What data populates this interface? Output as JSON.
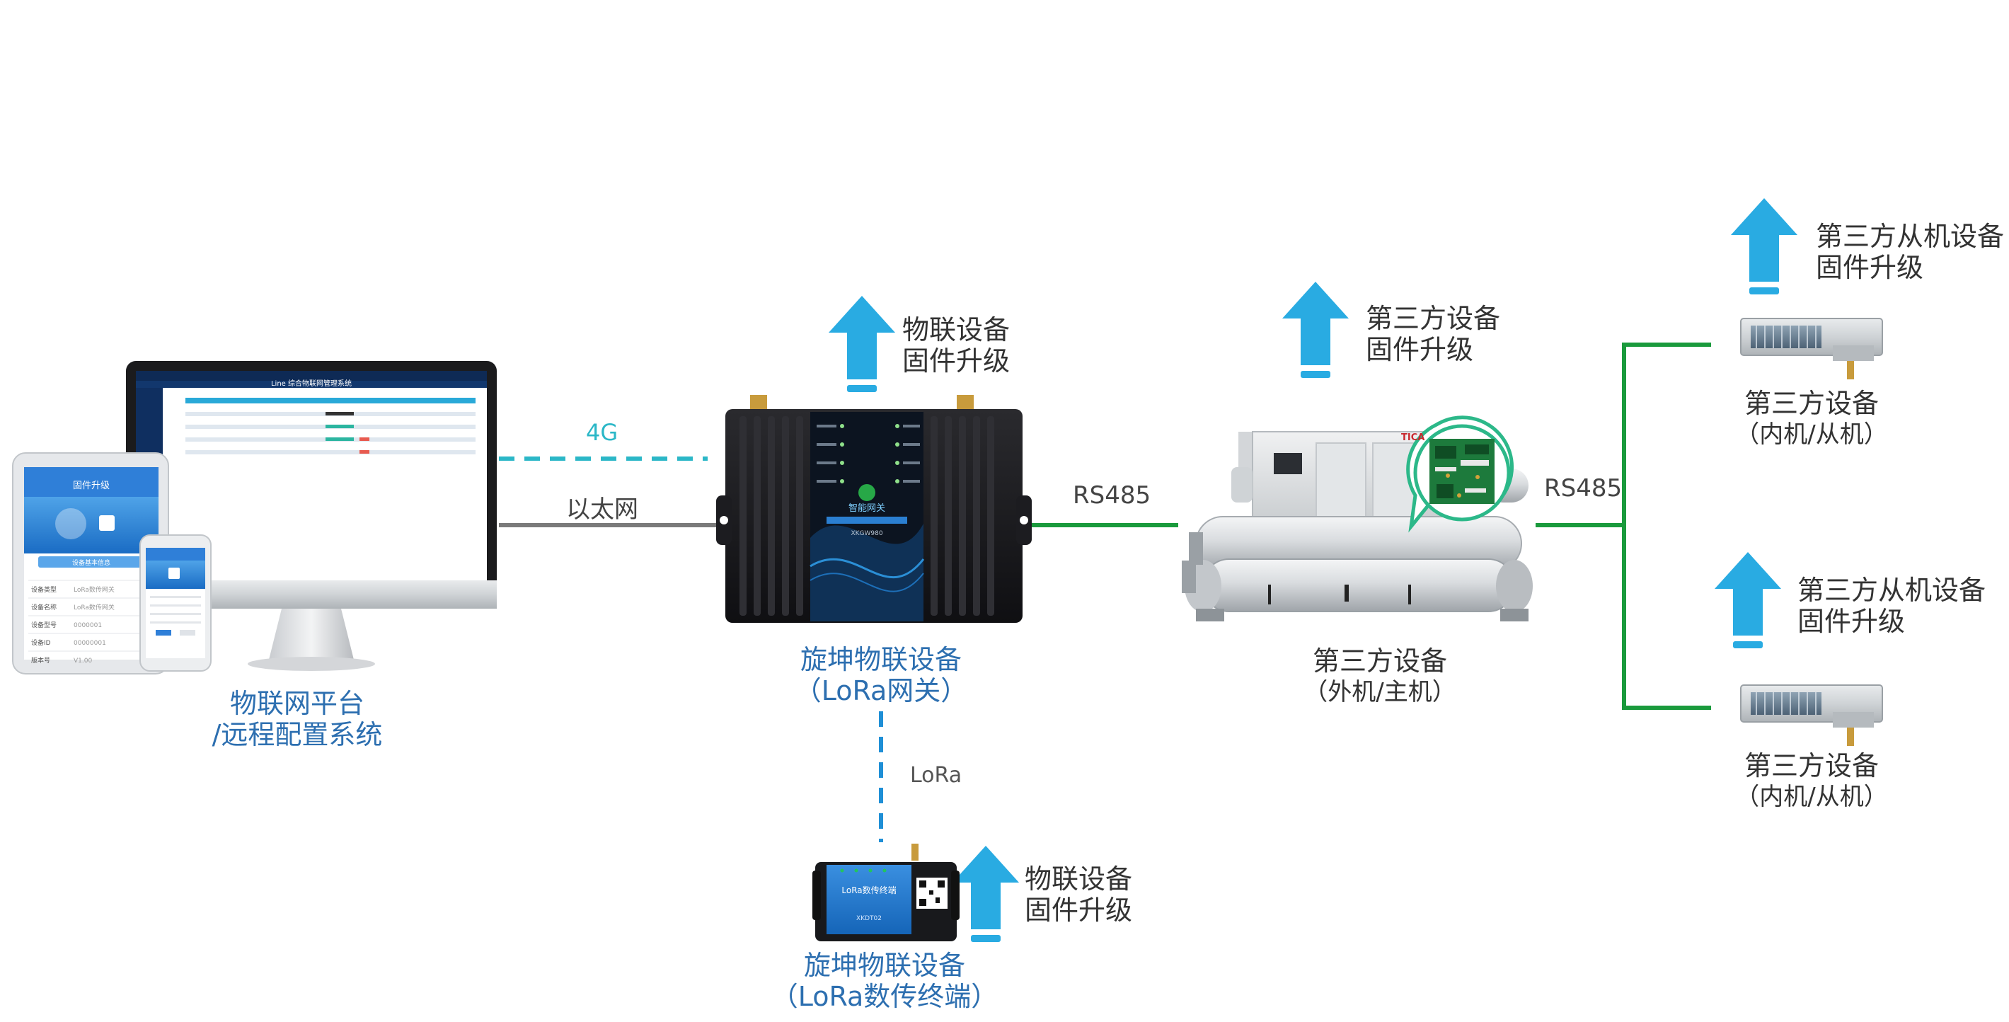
{
  "colors": {
    "title_blue": "#2d6fb0",
    "arrow_blue": "#29abe2",
    "link_cyan": "#2bb7c7",
    "link_green": "#1a9a3c",
    "link_gray": "#7a7a7a",
    "lora_blue": "#1f8fd6"
  },
  "platform": {
    "title_line1": "物联网平台",
    "title_line2": "/远程配置系统",
    "monitor_header": "Line 综合物联网管理系统",
    "tablet_title": "固件升级",
    "tablet_button": "设备基本信息",
    "tablet_fields": [
      {
        "k": "设备类型",
        "v": "LoRa数传网关"
      },
      {
        "k": "设备名称",
        "v": "LoRa数传网关"
      },
      {
        "k": "设备型号",
        "v": "0000001"
      },
      {
        "k": "设备ID",
        "v": "00000001"
      },
      {
        "k": "版本号",
        "v": "V1.00"
      }
    ]
  },
  "links": {
    "fourg": "4G",
    "ethernet": "以太网",
    "rs485_a": "RS485",
    "rs485_b": "RS485",
    "lora": "LoRa"
  },
  "gateway": {
    "title_line1": "旋坤物联设备",
    "title_line2": "（LoRa网关）",
    "panel_name": "智能网关",
    "panel_model": "XKGW980",
    "upgrade_line1": "物联设备",
    "upgrade_line2": "固件升级"
  },
  "terminal": {
    "title_line1": "旋坤物联设备",
    "title_line2": "（LoRa数传终端）",
    "panel_name": "LoRa数传终端",
    "panel_model": "XKDT02",
    "upgrade_line1": "物联设备",
    "upgrade_line2": "固件升级"
  },
  "chiller": {
    "brand": "TICA",
    "title_line1": "第三方设备",
    "title_line2": "（外机/主机）",
    "upgrade_line1": "第三方设备",
    "upgrade_line2": "固件升级"
  },
  "indoor_units": [
    {
      "title_line1": "第三方设备",
      "title_line2": "（内机/从机）",
      "upgrade_line1": "第三方从机设备",
      "upgrade_line2": "固件升级"
    },
    {
      "title_line1": "第三方设备",
      "title_line2": "（内机/从机）",
      "upgrade_line1": "第三方从机设备",
      "upgrade_line2": "固件升级"
    }
  ]
}
